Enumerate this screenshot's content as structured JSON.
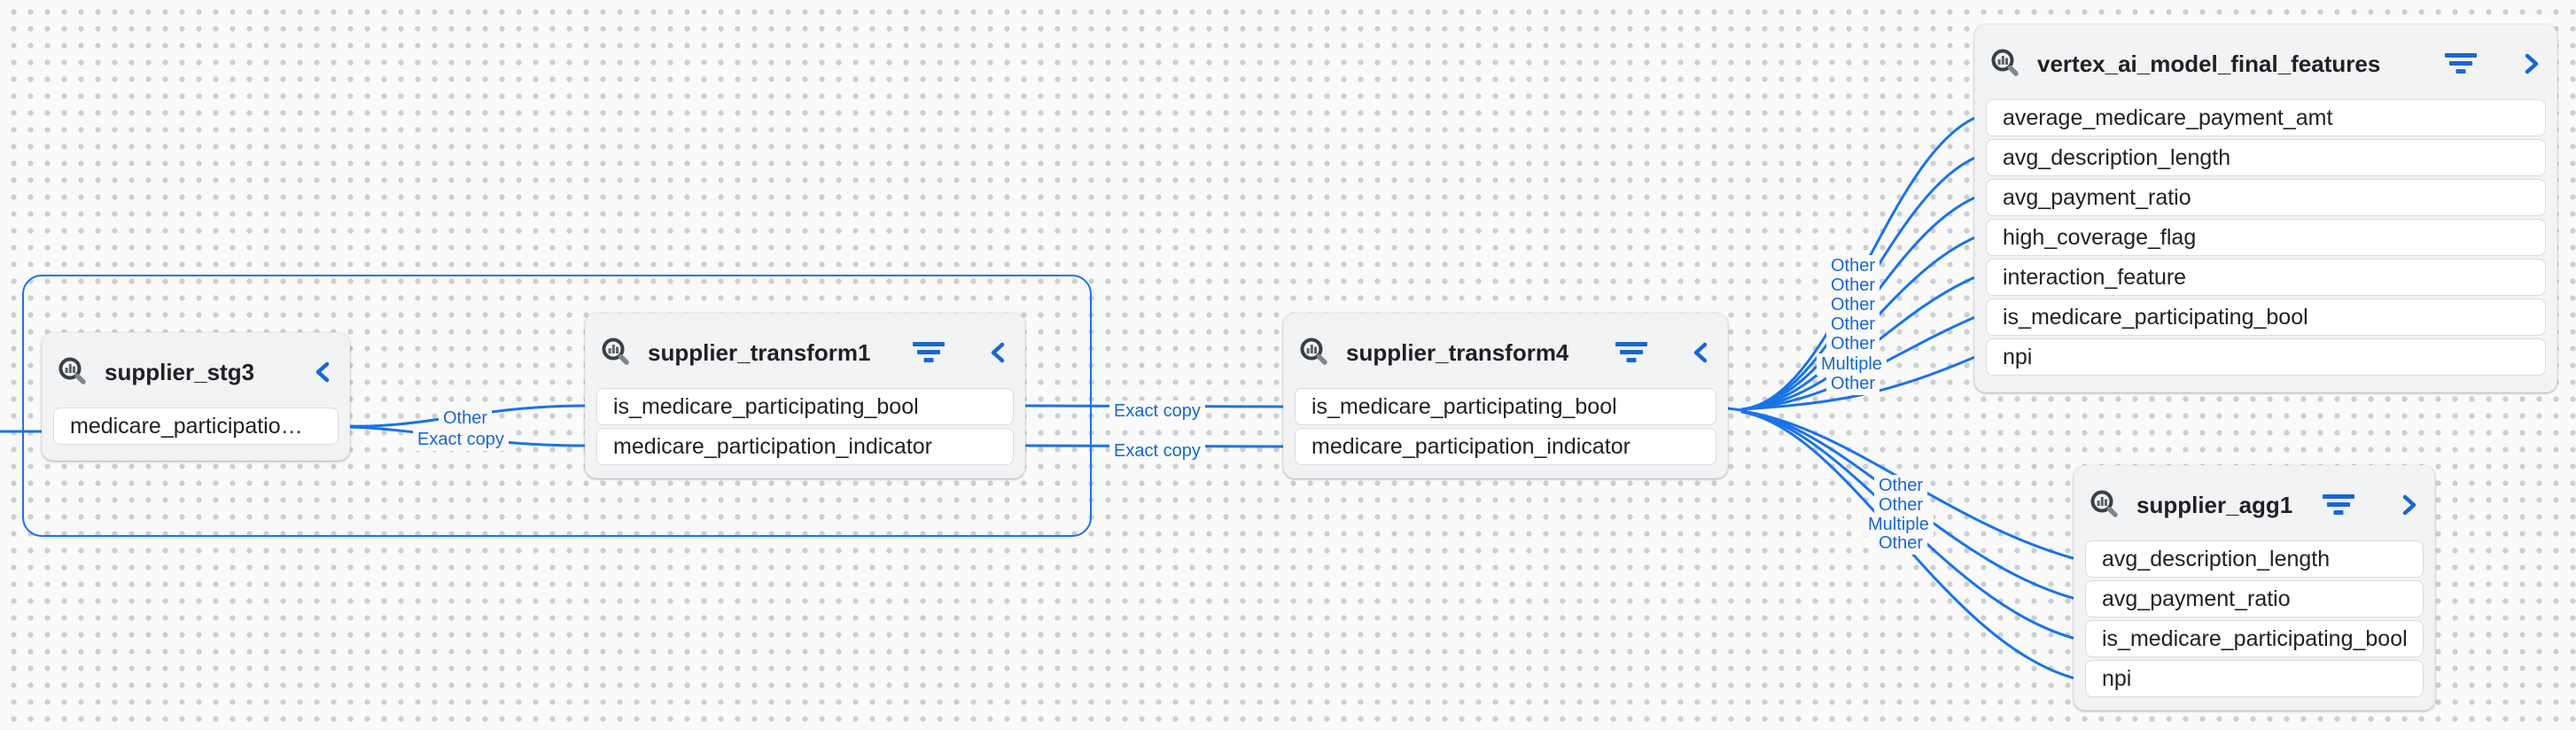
{
  "colors": {
    "edge_blue": "#1a73e8",
    "label_blue": "#1967d2",
    "node_background": "#f1f3f4",
    "canvas_background": "#fafafa",
    "selection_outline": "#1a73e8"
  },
  "nodes": [
    {
      "id": "supplier_stg3",
      "title": "supplier_stg3",
      "icon": "lineage-search-chart-icon",
      "chevron": "collapse-left",
      "has_filter": false,
      "fields": [
        "medicare_participatio…"
      ]
    },
    {
      "id": "supplier_transform1",
      "title": "supplier_transform1",
      "icon": "lineage-search-chart-icon",
      "chevron": "collapse-left",
      "has_filter": true,
      "fields": [
        "is_medicare_participating_bool",
        "medicare_participation_indicator"
      ]
    },
    {
      "id": "supplier_transform4",
      "title": "supplier_transform4",
      "icon": "lineage-search-chart-icon",
      "chevron": "collapse-left",
      "has_filter": true,
      "fields": [
        "is_medicare_participating_bool",
        "medicare_participation_indicator"
      ]
    },
    {
      "id": "vertex_ai_model_final_features",
      "title": "vertex_ai_model_final_features",
      "icon": "lineage-search-chart-icon",
      "chevron": "expand-right",
      "has_filter": true,
      "fields": [
        "average_medicare_payment_amt",
        "avg_description_length",
        "avg_payment_ratio",
        "high_coverage_flag",
        "interaction_feature",
        "is_medicare_participating_bool",
        "npi"
      ]
    },
    {
      "id": "supplier_agg1",
      "title": "supplier_agg1",
      "icon": "lineage-search-chart-icon",
      "chevron": "expand-right",
      "has_filter": true,
      "fields": [
        "avg_description_length",
        "avg_payment_ratio",
        "is_medicare_participating_bool",
        "npi"
      ]
    }
  ],
  "edge_labels": {
    "stg3_to_transform1": [
      "Other",
      "Exact copy"
    ],
    "transform1_to_transform4": [
      "Exact copy",
      "Exact copy"
    ],
    "transform4_to_vertex": [
      "Other",
      "Other",
      "Other",
      "Other",
      "Other",
      "Multiple",
      "Other"
    ],
    "transform4_to_agg1": [
      "Other",
      "Other",
      "Multiple",
      "Other"
    ]
  }
}
